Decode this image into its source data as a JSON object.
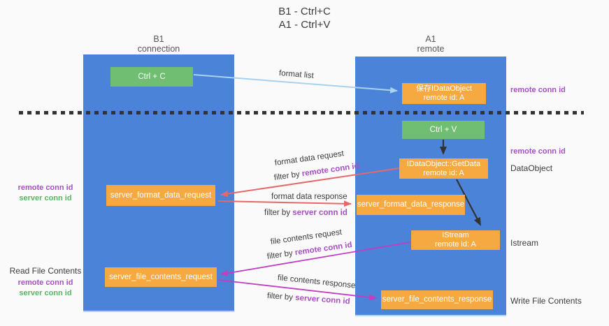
{
  "title": {
    "line1": "B1 - Ctrl+C",
    "line2": "A1 - Ctrl+V"
  },
  "columns": {
    "left": {
      "name": "B1",
      "subtitle": "connection"
    },
    "right": {
      "name": "A1",
      "subtitle": "remote"
    }
  },
  "nodes": {
    "ctrl_c": {
      "label": "Ctrl + C"
    },
    "save_dataobject": {
      "line1": "保存IDataObject",
      "line2": "remote id: A"
    },
    "ctrl_v": {
      "label": "Ctrl + V"
    },
    "getdata": {
      "line1": "IDataObject::GetData",
      "line2": "remote id: A"
    },
    "server_format_data_request": {
      "label": "server_format_data_request"
    },
    "server_format_data_response": {
      "label": "server_format_data_response"
    },
    "istream": {
      "line1": "IStream",
      "line2": "remote id: A"
    },
    "server_file_contents_request": {
      "label": "server_file_contents_request"
    },
    "server_file_contents_response": {
      "label": "server_file_contents_response"
    }
  },
  "arrows": {
    "format_list": {
      "label": "format list"
    },
    "format_request": {
      "label": "format data request",
      "filter": "filter by ",
      "key": "remote conn id"
    },
    "format_response": {
      "label": "format data response",
      "filter": "filter by ",
      "key": "server conn id"
    },
    "file_request": {
      "label": "file contents request",
      "filter": "filter by ",
      "key": "remote conn id"
    },
    "file_response": {
      "label": "file contents response",
      "filter": "filter by ",
      "key": "server conn id"
    }
  },
  "right_labels": {
    "remote_conn_id_top": "remote conn id",
    "remote_conn_id_mid": "remote conn id",
    "dataobject": "DataObject",
    "istream": "Istream",
    "write_file_contents": "Write File Contents"
  },
  "left_labels": {
    "format": {
      "remote": "remote conn id",
      "server": "server conn id"
    },
    "file": {
      "title": "Read File Contents",
      "remote": "remote conn id",
      "server": "server conn id"
    }
  },
  "colors": {
    "column_blue": "#4a83d8",
    "node_orange": "#f7a941",
    "node_green": "#6fbe72",
    "arrow_red": "#e5696b",
    "arrow_magenta": "#c13fc1",
    "arrow_light_blue": "#a9d2f0",
    "arrow_black": "#333333",
    "conn_id_purple": "#a94fc4",
    "conn_id_green": "#58b763"
  }
}
